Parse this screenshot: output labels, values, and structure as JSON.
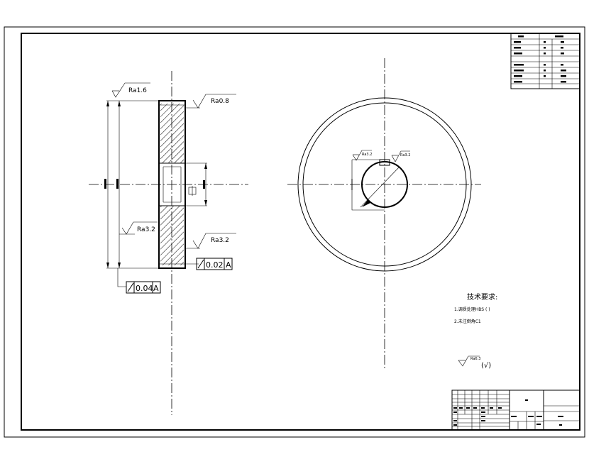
{
  "left_view": {
    "roughness_top": "Ra1.6",
    "roughness_right_top": "Ra0.8",
    "roughness_left_bottom": "Ra3.2",
    "roughness_right_bottom": "Ra3.2",
    "tolerance_right": {
      "value": "0.02",
      "datum": "A"
    },
    "tolerance_bottom": {
      "value": "0.04",
      "datum": "A"
    }
  },
  "right_view": {
    "roughness_keyway_left": "Ra3.2",
    "roughness_keyway_right": "Ra3.2"
  },
  "notes": {
    "title": "技术要求:",
    "line1": "1.调质处理HBS (  )",
    "line2": "2.未注倒角C1"
  },
  "general_roughness": {
    "symbol": "Ra6.3",
    "suffix": "(√)"
  }
}
